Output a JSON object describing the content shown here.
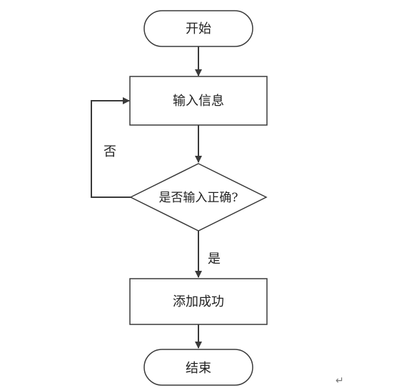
{
  "flowchart": {
    "nodes": {
      "start": "开始",
      "input": "输入信息",
      "decision": "是否输入正确?",
      "success": "添加成功",
      "end": "结束"
    },
    "edges": {
      "no": "否",
      "yes": "是"
    },
    "colors": {
      "stroke": "#3a3a3a",
      "text": "#222222",
      "fill": "#ffffff"
    }
  },
  "document": {
    "paragraph_mark": "↵"
  }
}
